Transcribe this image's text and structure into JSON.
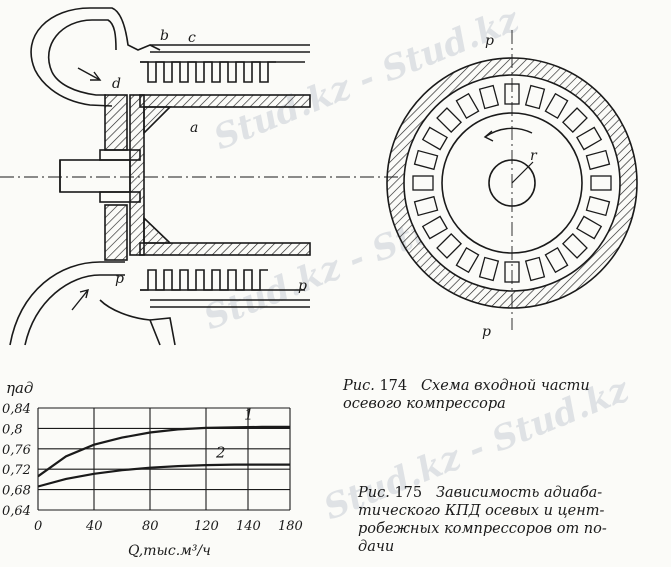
{
  "figure_174": {
    "caption_prefix": "Рис.",
    "caption_number": "174",
    "caption_text_line1": "Схема входной части",
    "caption_text_line2": "осевого  компрессора",
    "labels": {
      "a": "a",
      "b": "b",
      "c": "c",
      "d": "d",
      "p_left_1": "p",
      "p_left_2": "p",
      "p_ring_top": "p",
      "p_ring_bottom": "p",
      "r": "r"
    }
  },
  "figure_175": {
    "caption_prefix": "Рис.",
    "caption_number": "175",
    "caption_text_line1": "Зависимость адиаба-",
    "caption_text_line2": "тического КПД осевых и цент-",
    "caption_text_line3": "робежных компрессоров от по-",
    "caption_text_line4": "дачи"
  },
  "watermarks": [
    "Stud.kz - Stud.kz",
    "Stud.kz - Stud.kz",
    "Stud.kz - Stud.kz"
  ],
  "chart_data": {
    "type": "line",
    "ylabel": "ηад",
    "xlabel": "Q,тыс.м³/ч",
    "x_ticks": [
      "0",
      "40",
      "80",
      "120",
      "140",
      "180"
    ],
    "y_ticks": [
      "0,84",
      "0,8",
      "0,76",
      "0,72",
      "0,68",
      "0,64"
    ],
    "xlim": [
      0,
      180
    ],
    "ylim": [
      0.64,
      0.84
    ],
    "grid": true,
    "series": [
      {
        "name": "1",
        "x": [
          0,
          20,
          40,
          60,
          80,
          100,
          120,
          140,
          160,
          180
        ],
        "y": [
          0.706,
          0.745,
          0.768,
          0.782,
          0.792,
          0.798,
          0.801,
          0.802,
          0.803,
          0.803
        ]
      },
      {
        "name": "2",
        "x": [
          0,
          20,
          40,
          60,
          80,
          100,
          120,
          140,
          160,
          180
        ],
        "y": [
          0.686,
          0.701,
          0.711,
          0.718,
          0.723,
          0.726,
          0.728,
          0.729,
          0.729,
          0.729
        ]
      }
    ]
  }
}
